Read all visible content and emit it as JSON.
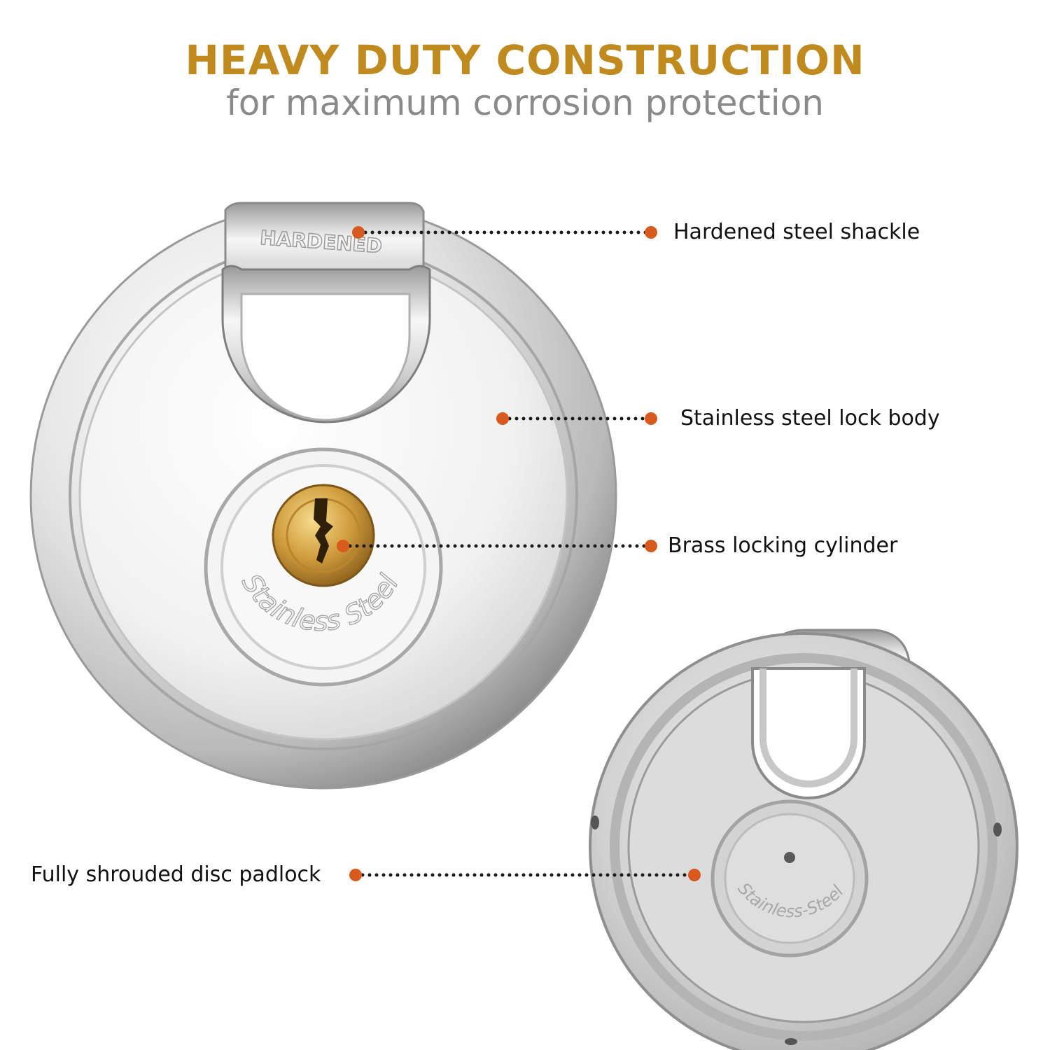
{
  "header": {
    "title": "HEAVY DUTY CONSTRUCTION",
    "subtitle": "for maximum corrosion protection"
  },
  "colors": {
    "title": "#c08a1e",
    "subtitle": "#8a8a8a",
    "marker": "#d95a1e",
    "leader": "#1a1a1a"
  },
  "callouts": {
    "shackle": "Hardened steel shackle",
    "body": "Stainless steel lock body",
    "cylinder": "Brass locking cylinder",
    "shroud": "Fully shrouded disc padlock"
  },
  "engravings": {
    "shackle": "HARDENED",
    "front_body": "Stainless Steel",
    "rear_body": "Stainless-Steel"
  }
}
